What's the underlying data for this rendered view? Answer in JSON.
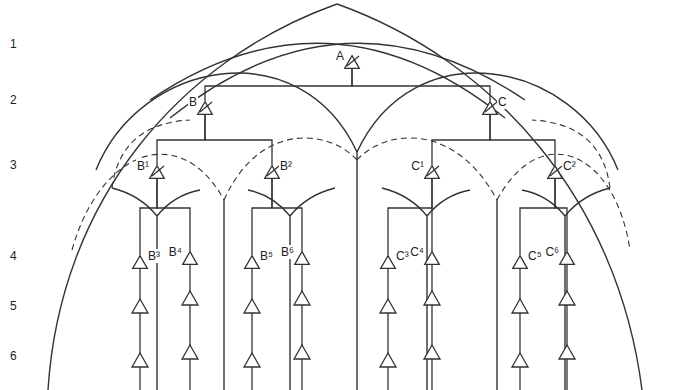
{
  "diagram": {
    "nodes": [
      {
        "text": [
          "A"
        ]
      },
      {
        "text": [
          "B"
        ]
      },
      {
        "text": [
          "C"
        ]
      },
      {
        "text": [
          "B¹"
        ]
      },
      {
        "text": [
          "B²"
        ]
      },
      {
        "text": [
          "C¹"
        ]
      },
      {
        "text": [
          "C²"
        ]
      },
      {
        "text": [
          "B³"
        ]
      },
      {
        "text": [
          "B⁴"
        ]
      },
      {
        "text": [
          "B⁵"
        ]
      },
      {
        "text": [
          "B⁶"
        ]
      },
      {
        "text": [
          "C³"
        ]
      },
      {
        "text": [
          "C⁴"
        ]
      },
      {
        "text": [
          "C⁵"
        ]
      },
      {
        "text": [
          "C⁶"
        ]
      }
    ],
    "edges": [
      {
        "from": 0,
        "to": 1,
        "arrow": "none"
      },
      {
        "from": 0,
        "to": 2,
        "arrow": "none"
      },
      {
        "from": 1,
        "to": 3,
        "arrow": "none"
      },
      {
        "from": 1,
        "to": 4,
        "arrow": "none"
      },
      {
        "from": 2,
        "to": 5,
        "arrow": "none"
      },
      {
        "from": 2,
        "to": 6,
        "arrow": "none"
      },
      {
        "from": 3,
        "to": 7,
        "arrow": "none"
      },
      {
        "from": 3,
        "to": 8,
        "arrow": "none"
      },
      {
        "from": 4,
        "to": 9,
        "arrow": "none"
      },
      {
        "from": 4,
        "to": 10,
        "arrow": "none"
      },
      {
        "from": 5,
        "to": 11,
        "arrow": "none"
      },
      {
        "from": 5,
        "to": 12,
        "arrow": "none"
      },
      {
        "from": 6,
        "to": 13,
        "arrow": "none"
      },
      {
        "from": 6,
        "to": 14,
        "arrow": "none"
      }
    ],
    "labels": [
      "1",
      "2",
      "3",
      "4",
      "5",
      "6"
    ]
  }
}
